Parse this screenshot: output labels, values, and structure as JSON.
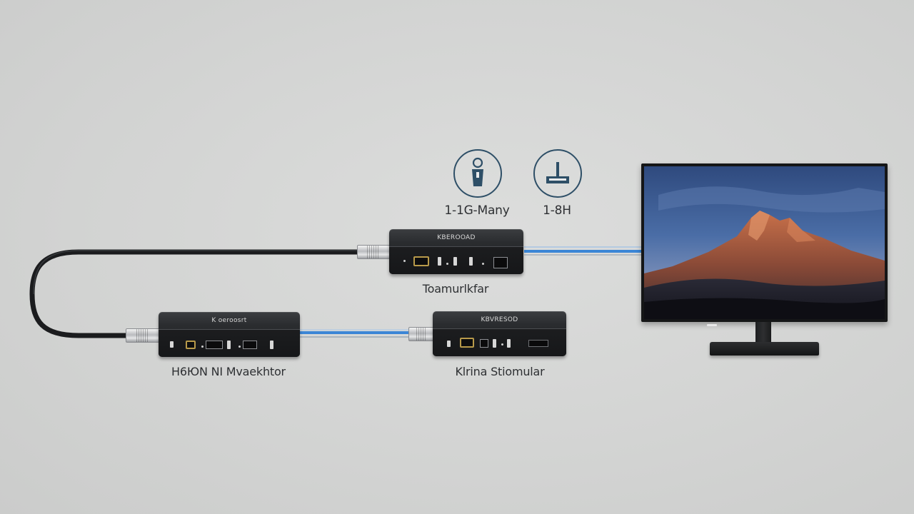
{
  "icons": [
    {
      "label": "1-1G-Many",
      "icon": "usb-key-icon"
    },
    {
      "label": "1-8H",
      "icon": "network-router-icon"
    }
  ],
  "devices": {
    "top": {
      "brand": "KBEROOAD",
      "caption": "Toamurlkfar"
    },
    "left": {
      "brand": "K oeroosrt",
      "caption": "H6ЮN NI Mvaekhtor"
    },
    "right": {
      "brand": "KBVRESOD",
      "caption": "Klrina Stiomular"
    }
  },
  "monitor": {
    "screen_image": "mountain-landscape-at-dusk"
  },
  "colors": {
    "background": "#d3d4d3",
    "device_body": "#2a2c2f",
    "icon_stroke": "#2e4f67",
    "cable_blue": "#3b86d6",
    "cable_black": "#1b1c1e",
    "hdmi_port_gold": "#b89a4a"
  }
}
